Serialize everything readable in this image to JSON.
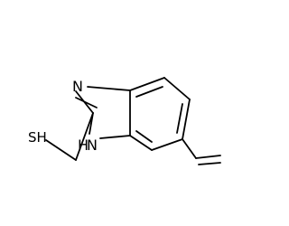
{
  "molecule": {
    "atoms": {
      "thiol": "SH",
      "imine_n": "N",
      "amine_n": "N",
      "amine_h": "H"
    }
  }
}
